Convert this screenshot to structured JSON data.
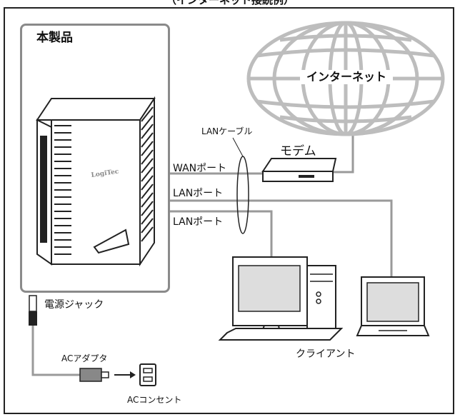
{
  "caption": "（インターネット接続例）",
  "device_title": "本製品",
  "brand_logo": "LogiTec",
  "internet": "インターネット",
  "modem": "モデム",
  "lan_cable": "LANケーブル",
  "wan_port": "WANポート",
  "lan_port_1": "LANポート",
  "lan_port_2": "LANポート",
  "power_jack": "電源ジャック",
  "ac_adapter": "ACアダプタ",
  "ac_outlet": "ACコンセント",
  "client": "クライアント"
}
